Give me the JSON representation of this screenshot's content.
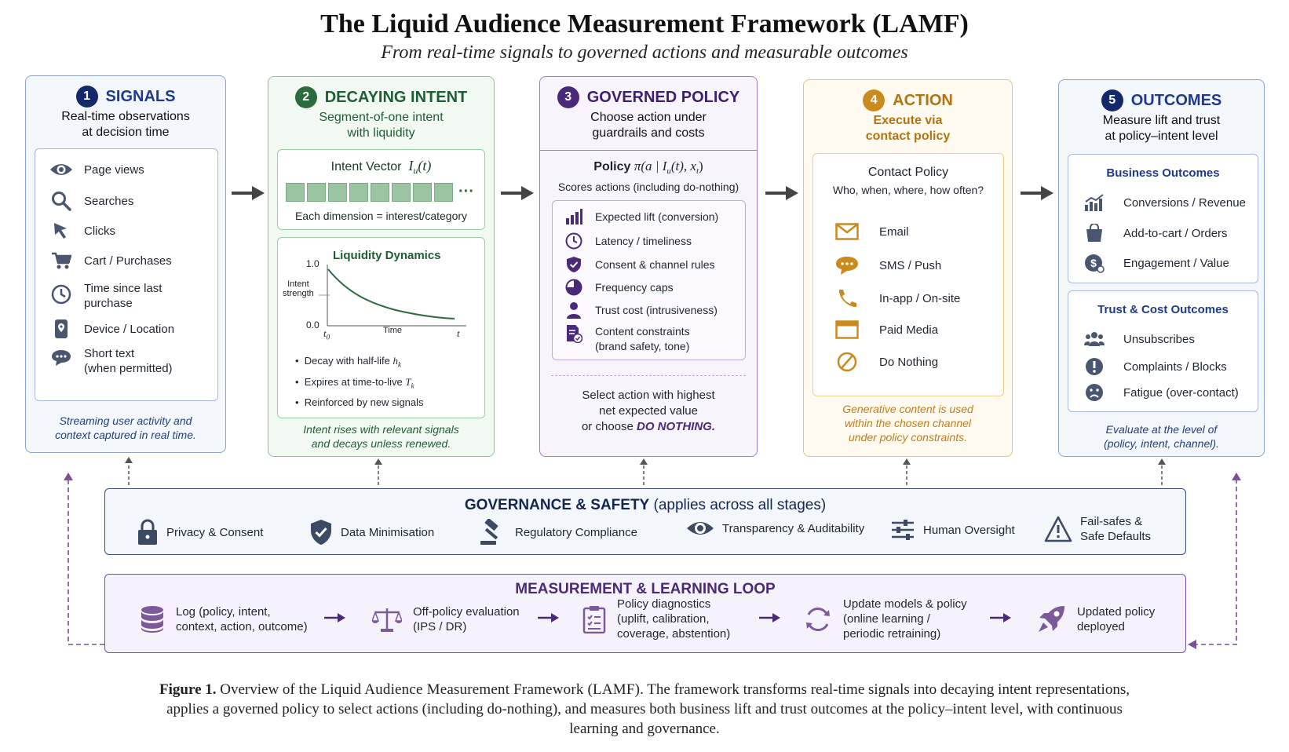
{
  "title": "The Liquid Audience Measurement Framework (LAMF)",
  "subtitle": "From real-time signals to governed actions and measurable outcomes",
  "signals": {
    "num": "1",
    "heading": "SIGNALS",
    "sub1": "Real-time observations",
    "sub2": "at decision time",
    "items": [
      "Page views",
      "Searches",
      "Clicks",
      "Cart / Purchases",
      "Time since last",
      "purchase",
      "Device / Location",
      "Short text",
      "(when permitted)"
    ],
    "foot1": "Streaming user activity and",
    "foot2": "context captured in real time."
  },
  "intent": {
    "num": "2",
    "heading": "DECAYING INTENT",
    "sub1": "Segment-of-one intent",
    "sub2": "with liquidity",
    "vec_label": "Intent Vector",
    "vec_math": "I",
    "vec_sub": "u",
    "vec_t": "(t)",
    "ellipsis": "···",
    "dim_note": "Each dimension = interest/category",
    "liq_title": "Liquidity Dynamics",
    "y_hi": "1.0",
    "y_lo": "0.0",
    "y_label1": "Intent",
    "y_label2": "strength",
    "x_t0": "t",
    "x_t0sub": "0",
    "x_label": "Time",
    "x_t": "t",
    "b1": "Decay with half-life",
    "b1m": "h",
    "b1s": "k",
    "b2": "Expires at time-to-live",
    "b2m": "T",
    "b2s": "k",
    "b3": "Reinforced by new signals",
    "foot1": "Intent rises with relevant signals",
    "foot2": "and decays unless renewed."
  },
  "policy": {
    "num": "3",
    "heading": "GOVERNED POLICY",
    "sub1": "Choose action under",
    "sub2": "guardrails and costs",
    "pol_label": "Policy",
    "pol_math": "π(a | I",
    "pol_sub": "u",
    "pol_rest": "(t), x",
    "pol_sub2": "t",
    "pol_end": ")",
    "scores": "Scores actions (including do-nothing)",
    "items": [
      "Expected lift (conversion)",
      "Latency / timeliness",
      "Consent & channel rules",
      "Frequency caps",
      "Trust cost (intrusiveness)",
      "Content constraints",
      "(brand safety, tone)"
    ],
    "sel1": "Select action with highest",
    "sel2": "net expected value",
    "sel3": "or choose",
    "sel_dn": "DO NOTHING."
  },
  "action": {
    "num": "4",
    "heading": "ACTION",
    "sub1": "Execute via",
    "sub2": "contact policy",
    "cp_title": "Contact Policy",
    "cp_sub": "Who, when, where, how often?",
    "items": [
      "Email",
      "SMS / Push",
      "In-app / On-site",
      "Paid Media",
      "Do Nothing"
    ],
    "foot1": "Generative content is used",
    "foot2": "within the chosen channel",
    "foot3": "under policy constraints."
  },
  "outcomes": {
    "num": "5",
    "heading": "OUTCOMES",
    "sub1": "Measure lift and trust",
    "sub2": "at policy–intent level",
    "biz_title": "Business Outcomes",
    "biz": [
      "Conversions / Revenue",
      "Add-to-cart / Orders",
      "Engagement / Value"
    ],
    "trust_title": "Trust & Cost Outcomes",
    "trust": [
      "Unsubscribes",
      "Complaints / Blocks",
      "Fatigue (over-contact)"
    ],
    "foot1": "Evaluate at the level of",
    "foot2": "(policy, intent, channel)."
  },
  "governance": {
    "heading": "GOVERNANCE & SAFETY",
    "heading_suffix": " (applies across all stages)",
    "items": [
      "Privacy & Consent",
      "Data Minimisation",
      "Regulatory Compliance",
      "Transparency & Auditability",
      "Human Oversight",
      "Fail-safes &",
      "Safe Defaults"
    ]
  },
  "loop": {
    "heading": "MEASUREMENT & LEARNING LOOP",
    "items": [
      "Log (policy, intent,",
      "context, action, outcome)",
      "Off-policy evaluation",
      "(IPS / DR)",
      "Policy diagnostics",
      "(uplift, calibration,",
      "coverage, abstention)",
      "Update models & policy",
      "(online learning /",
      "periodic retraining)",
      "Updated policy",
      "deployed"
    ]
  },
  "caption": {
    "fig": "Figure 1.",
    "lead": " Overview of the ",
    "name": "Liquid Audience Measurement Framework (LAMF)",
    "rest": ". The framework transforms real-time signals into decaying intent representations, applies a governed policy to select actions (including do-nothing), and measures both business lift and trust outcomes at the policy–intent level, with continuous learning and governance."
  },
  "colors": {
    "signals": "#2c3f7c",
    "intent": "#2e6b3f",
    "policy": "#4a2a78",
    "action": "#c98a1e",
    "outcomes": "#1f3a78"
  }
}
